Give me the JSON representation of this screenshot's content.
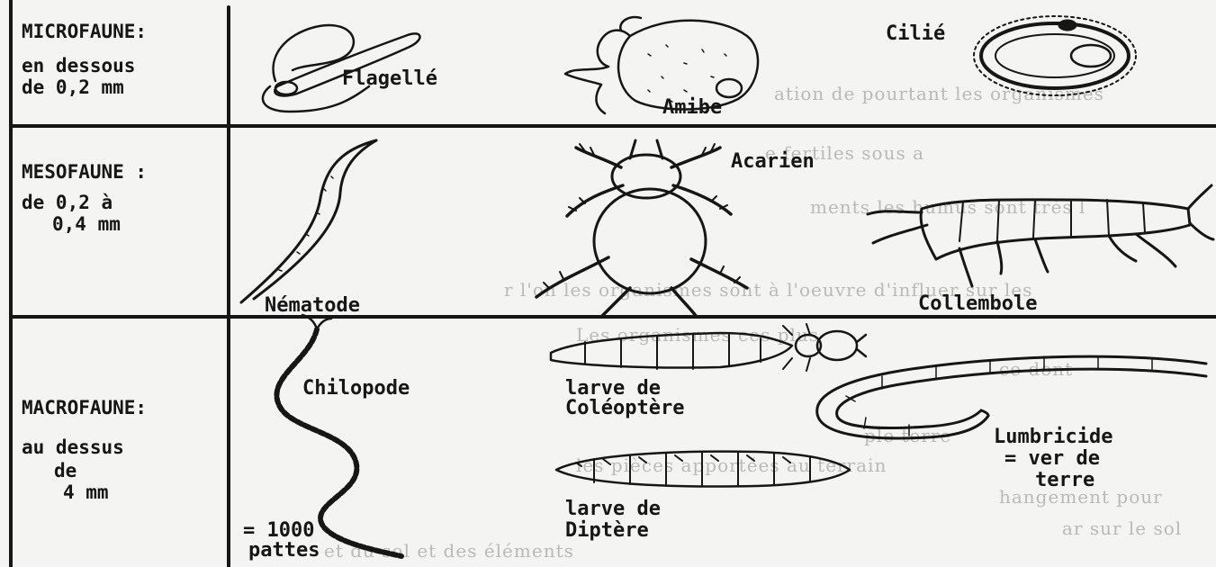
{
  "rows": [
    {
      "category": "MICROFAUNE:",
      "size_line1": "en dessous",
      "size_line2": "de 0,2 mm",
      "organisms": {
        "a": "Flagellé",
        "b": "Amibe",
        "c": "Cilié"
      }
    },
    {
      "category": "MESOFAUNE :",
      "size_line1": "de 0,2 à",
      "size_line2": "0,4 mm",
      "organisms": {
        "a": "Nématode",
        "b": "Acarien",
        "c": "Collembole"
      }
    },
    {
      "category": "MACROFAUNE:",
      "size_line1": "au dessus",
      "size_line2": "de",
      "size_line3": "4 mm",
      "organisms": {
        "a": "Chilopode",
        "a_note1": "= 1000",
        "a_note2": "pattes",
        "b1": "larve de",
        "b2": "Coléoptère",
        "c1": "larve de",
        "c2": "Diptère",
        "d1": "Lumbricide",
        "d2": "= ver de",
        "d3": "terre"
      }
    }
  ],
  "colors": {
    "ink": "#161616",
    "paper": "#f4f4f2",
    "bleed_text": "#b9b9b6"
  }
}
